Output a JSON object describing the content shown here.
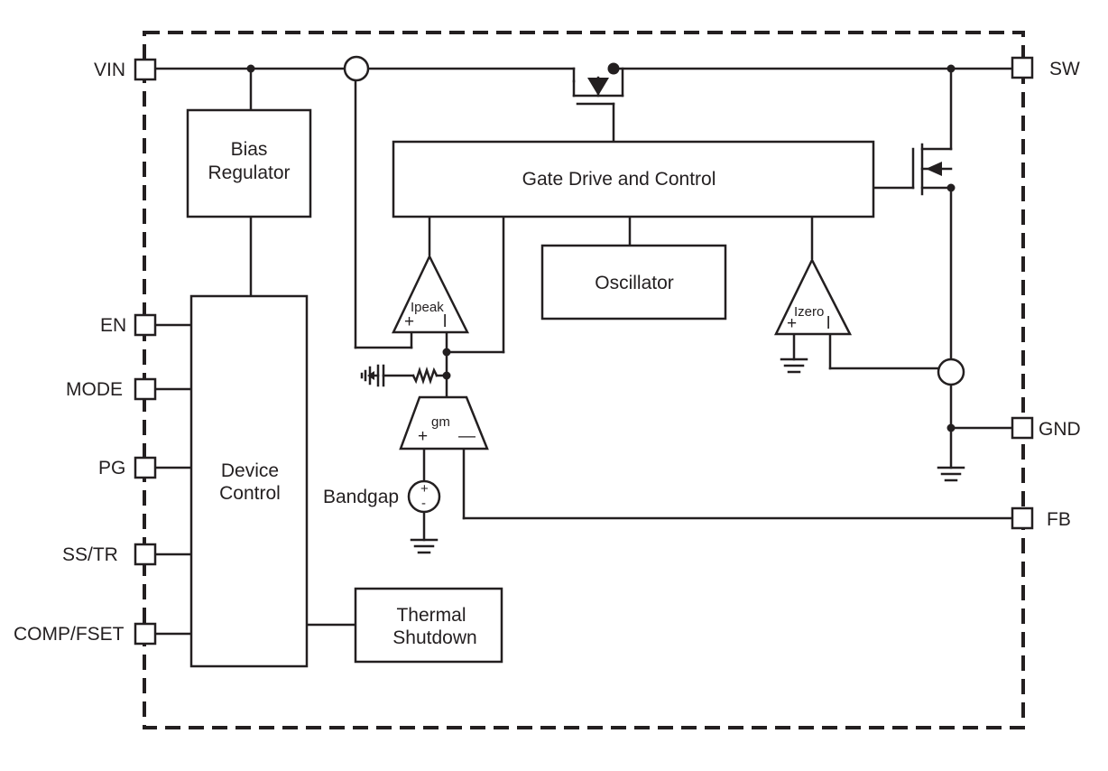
{
  "pins": {
    "vin": "VIN",
    "en": "EN",
    "mode": "MODE",
    "pg": "PG",
    "ss_tr": "SS/TR",
    "comp_fset": "COMP/FSET",
    "sw": "SW",
    "gnd": "GND",
    "fb": "FB"
  },
  "blocks": {
    "bias_regulator": {
      "line1": "Bias",
      "line2": "Regulator"
    },
    "gate_drive": "Gate Drive and Control",
    "oscillator": "Oscillator",
    "device_control": {
      "line1": "Device",
      "line2": "Control"
    },
    "thermal_shutdown": {
      "line1": "Thermal",
      "line2": "Shutdown"
    }
  },
  "comparators": {
    "ipeak": {
      "label": "Ipeak",
      "plus": "+",
      "minus": "l"
    },
    "izero": {
      "label": "Izero",
      "plus": "+",
      "minus": "l"
    }
  },
  "amplifier": {
    "label": "gm",
    "plus": "+",
    "minus": "—"
  },
  "reference": {
    "label": "Bandgap",
    "plus": "+",
    "minus": "-"
  },
  "colors": {
    "line": "#231f20",
    "background": "#ffffff"
  }
}
